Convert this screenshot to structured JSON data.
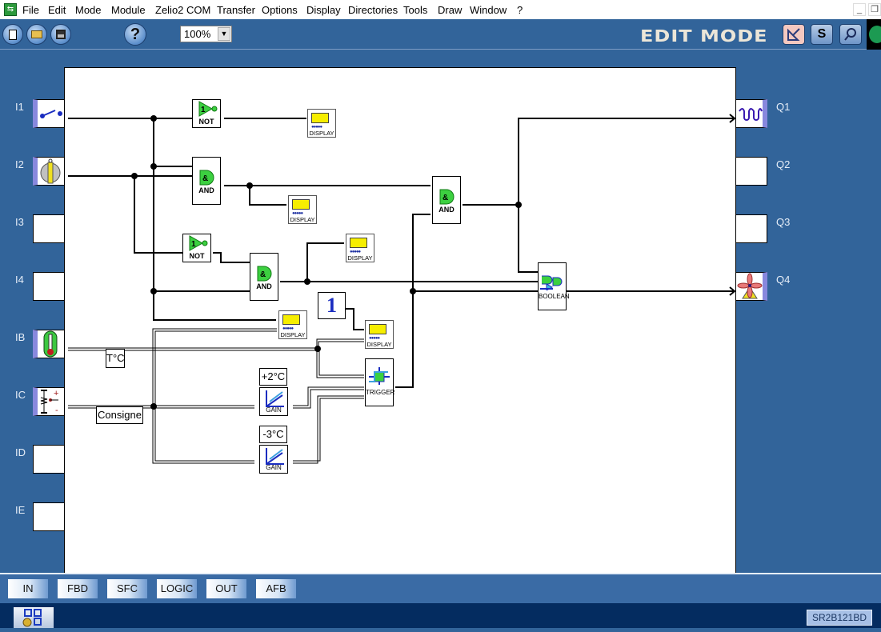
{
  "menubar": {
    "items": [
      "File",
      "Edit",
      "Mode",
      "Module",
      "Zelio2 COM",
      "Transfer",
      "Options",
      "Display",
      "Directories",
      "Tools",
      "Draw",
      "Window",
      "?"
    ]
  },
  "toolbar": {
    "zoom_value": "100%",
    "mode_title": "EDIT MODE",
    "simulation_label": "S",
    "help_label": "?"
  },
  "inputs": [
    {
      "label": "I1",
      "icon": "switch-icon",
      "filled": true
    },
    {
      "label": "I2",
      "icon": "selector-switch-icon",
      "filled": true
    },
    {
      "label": "I3",
      "icon": "",
      "filled": false
    },
    {
      "label": "I4",
      "icon": "",
      "filled": false
    },
    {
      "label": "IB",
      "icon": "thermometer-icon",
      "filled": true
    },
    {
      "label": "IC",
      "icon": "potentiometer-icon",
      "filled": true
    },
    {
      "label": "ID",
      "icon": "",
      "filled": false
    },
    {
      "label": "IE",
      "icon": "",
      "filled": false
    }
  ],
  "outputs": [
    {
      "label": "Q1",
      "icon": "coil-icon",
      "filled": true
    },
    {
      "label": "Q2",
      "icon": "",
      "filled": false
    },
    {
      "label": "Q3",
      "icon": "",
      "filled": false
    },
    {
      "label": "Q4",
      "icon": "fan-heater-icon",
      "filled": true
    }
  ],
  "blocks": {
    "not1": "NOT",
    "not2": "NOT",
    "and1": "AND",
    "and2": "AND",
    "and3": "AND",
    "display": "DISPLAY",
    "boolean": "BOOLEAN",
    "trigger": "TRIGGER",
    "gain": "GAIN",
    "constant_value": "1",
    "not_symbol": "1",
    "and_symbol": "&"
  },
  "annotations": {
    "temp_label": "T°C",
    "setpoint_label": "Consigne",
    "gain1_offset": "+2°C",
    "gain2_offset": "-3°C"
  },
  "tabs": [
    "IN",
    "FBD",
    "SFC",
    "LOGIC",
    "OUT",
    "AFB"
  ],
  "status": {
    "model": "SR2B121BD"
  }
}
